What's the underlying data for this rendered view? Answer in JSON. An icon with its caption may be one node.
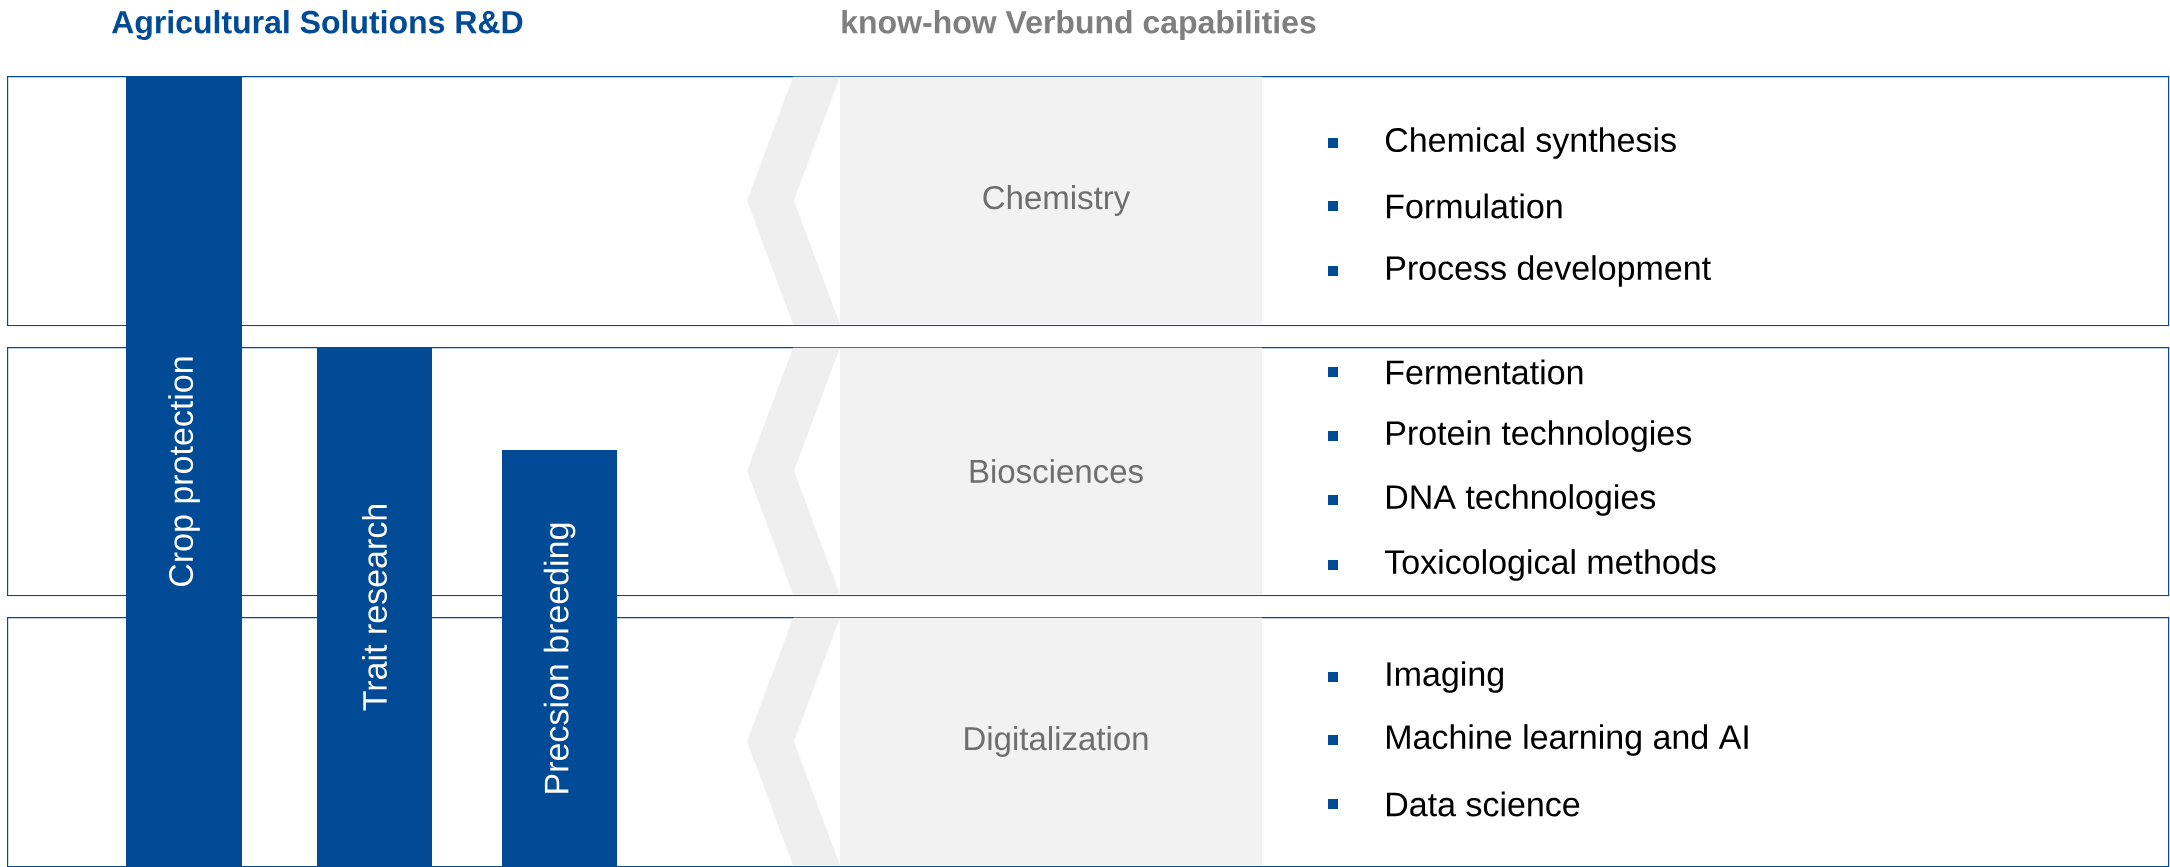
{
  "diagram": {
    "nodes": [
      {
        "text": [
          "Chemistry",
          "Chemical synthesis",
          "Formulation",
          "Process development"
        ]
      },
      {
        "text": [
          "Biosciences",
          "Fermentation",
          "Protein technologies",
          "DNA technologies",
          "Toxicological methods"
        ]
      },
      {
        "text": [
          "Digitalization",
          "Imaging",
          "Machine learning and AI",
          "Data science"
        ]
      },
      {
        "text": [
          "Crop protection"
        ]
      },
      {
        "text": [
          "Trait research"
        ]
      },
      {
        "text": [
          "Precsion breeding"
        ]
      }
    ],
    "labels": [
      "Agricultural Solutions R&D",
      "know-how Verbund capabilities"
    ]
  }
}
